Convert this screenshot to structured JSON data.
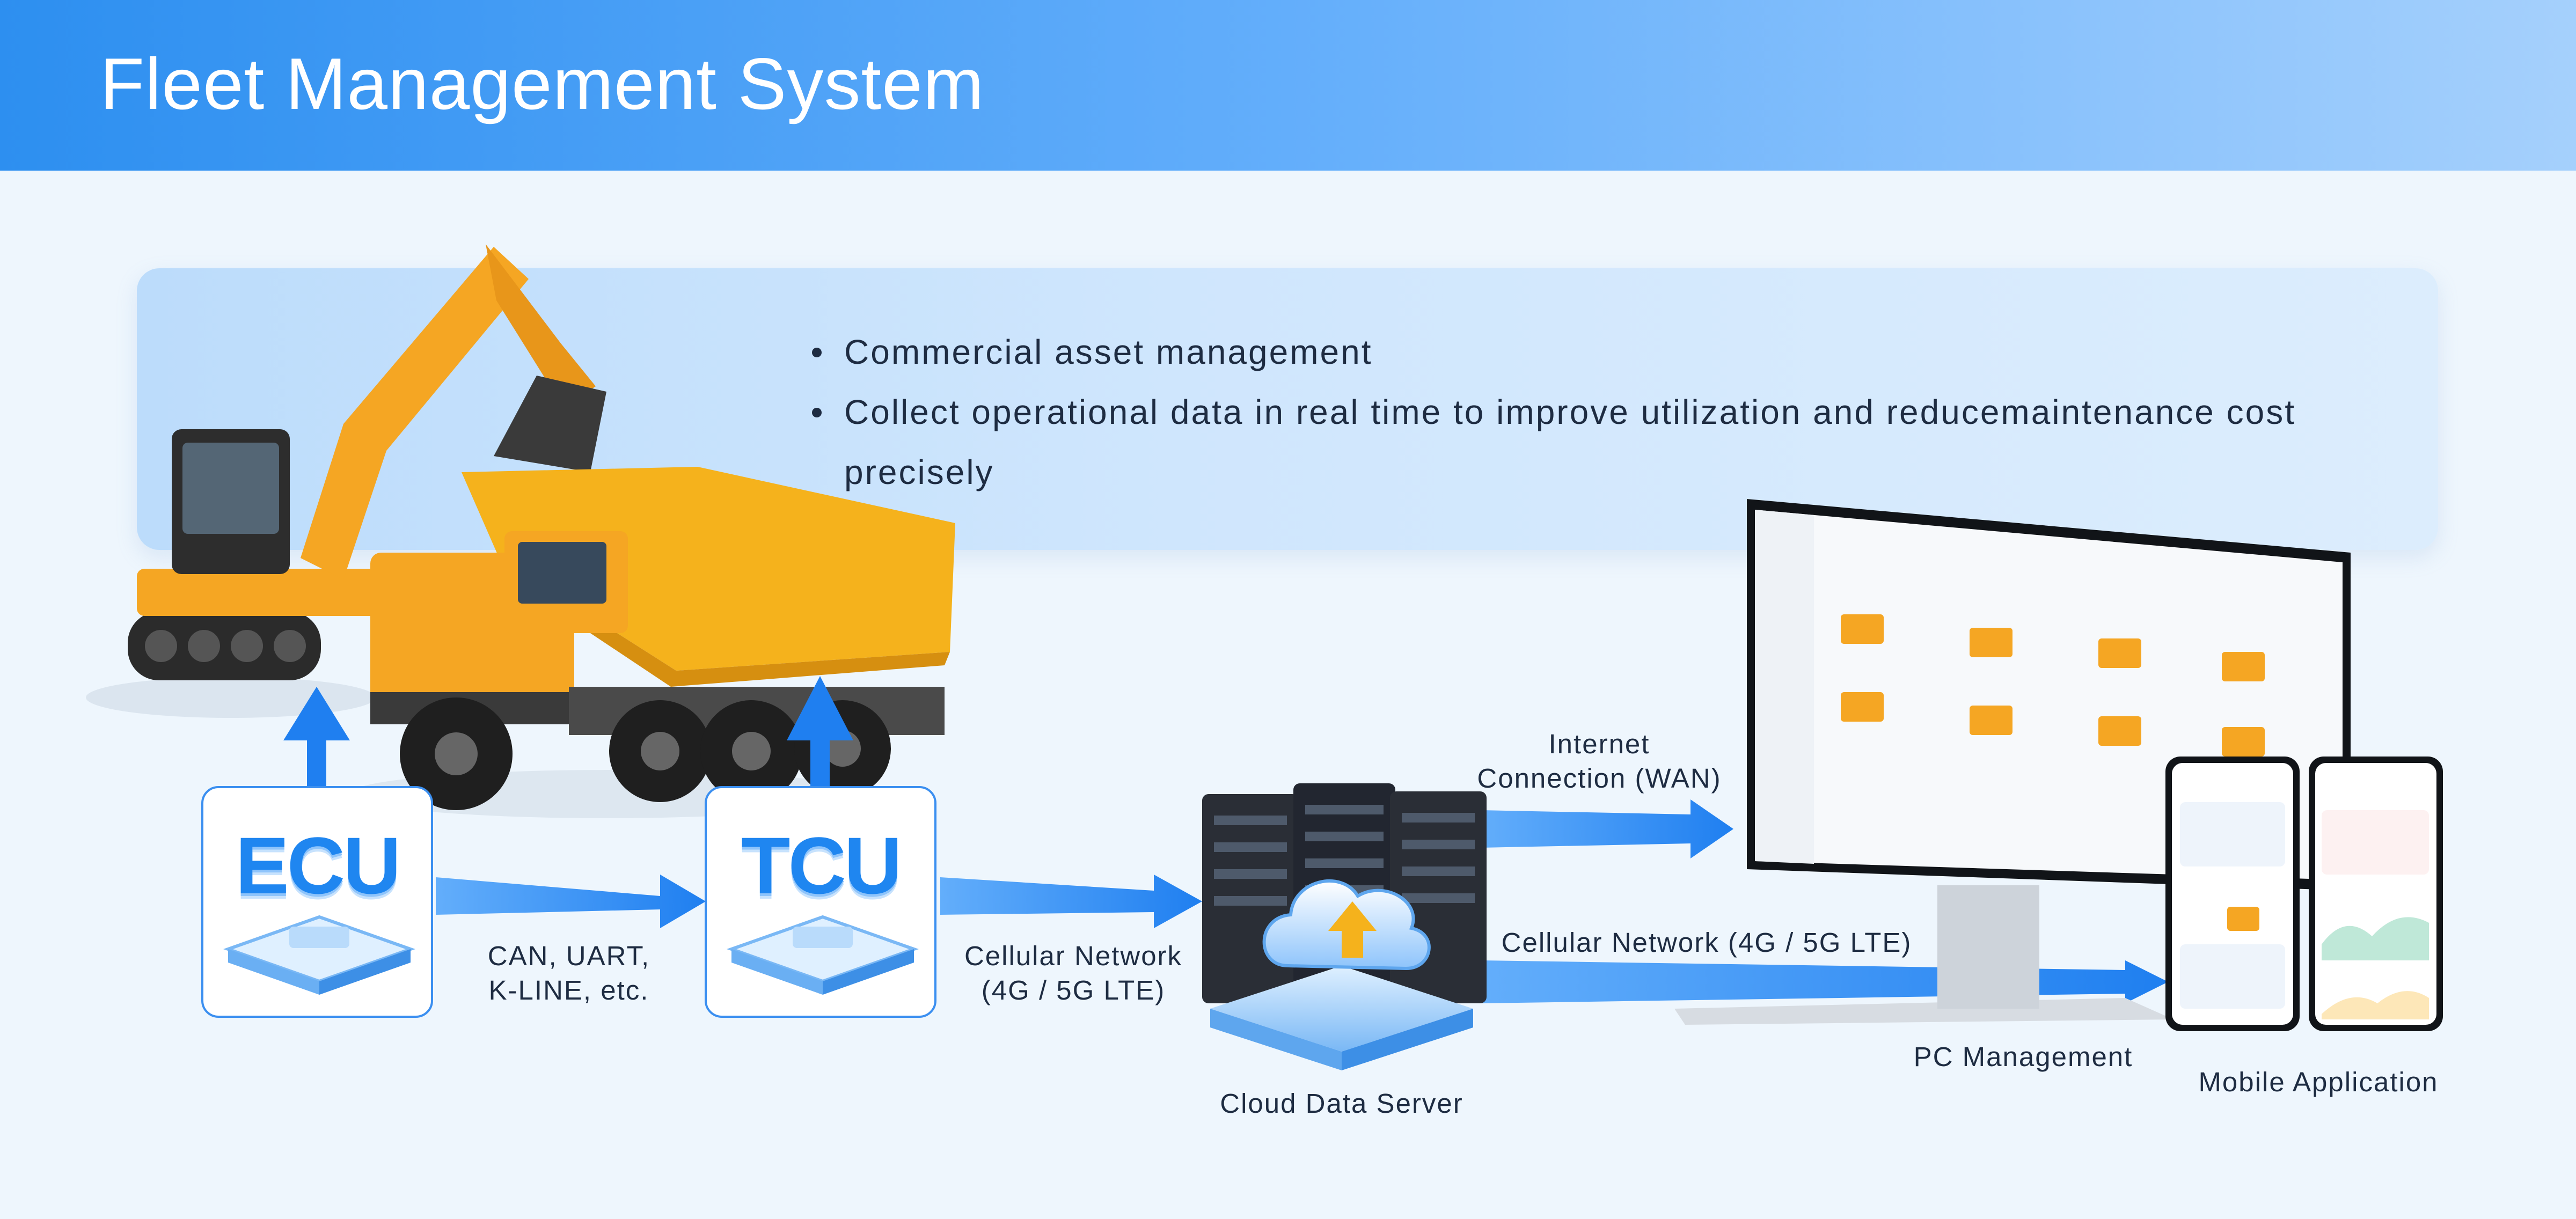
{
  "header": {
    "title": "Fleet Management System"
  },
  "info": {
    "bullets": [
      "Commercial asset management",
      "Collect operational data in real time to improve utilization and reducemaintenance cost precisely"
    ]
  },
  "nodes": {
    "ecu": {
      "text": "ECU"
    },
    "tcu": {
      "text": "TCU"
    },
    "cloud": {
      "label": "Cloud Data Server"
    },
    "pc": {
      "label": "PC Management"
    },
    "mobile": {
      "label": "Mobile Application"
    }
  },
  "links": {
    "ecu_tcu": {
      "line1": "CAN, UART,",
      "line2": "K-LINE, etc."
    },
    "tcu_cloud": {
      "line1": "Cellular Network",
      "line2": "(4G / 5G LTE)"
    },
    "cloud_pc": {
      "line1": "Internet",
      "line2": "Connection (WAN)"
    },
    "cloud_mobile": {
      "line1": "Cellular Network (4G / 5G LTE)"
    }
  },
  "colors": {
    "accent": "#2d8ff0",
    "arrow": "#1f7ff0",
    "text": "#1e2c42",
    "machine_yellow": "#f5a623"
  }
}
